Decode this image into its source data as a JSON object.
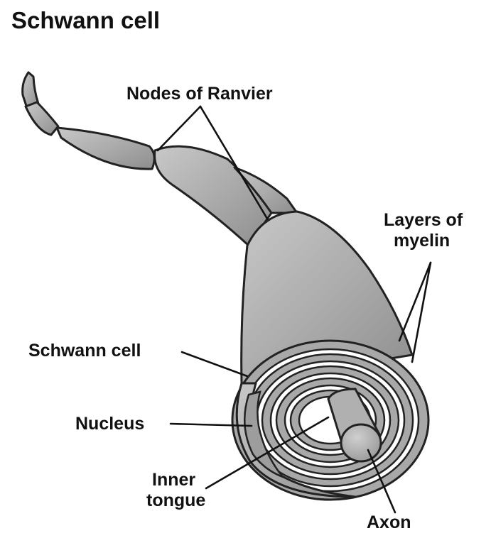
{
  "title": "Schwann cell",
  "labels": {
    "nodes_of_ranvier": "Nodes of Ranvier",
    "layers_of_myelin_line1": "Layers of",
    "layers_of_myelin_line2": "myelin",
    "schwann_cell": "Schwann cell",
    "nucleus": "Nucleus",
    "inner_tongue_line1": "Inner",
    "inner_tongue_line2": "tongue",
    "axon": "Axon"
  },
  "colors": {
    "membrane_fill": "#b3b3b3",
    "membrane_shadow": "#8c8c8c",
    "outline": "#222222",
    "background": "#ffffff"
  }
}
